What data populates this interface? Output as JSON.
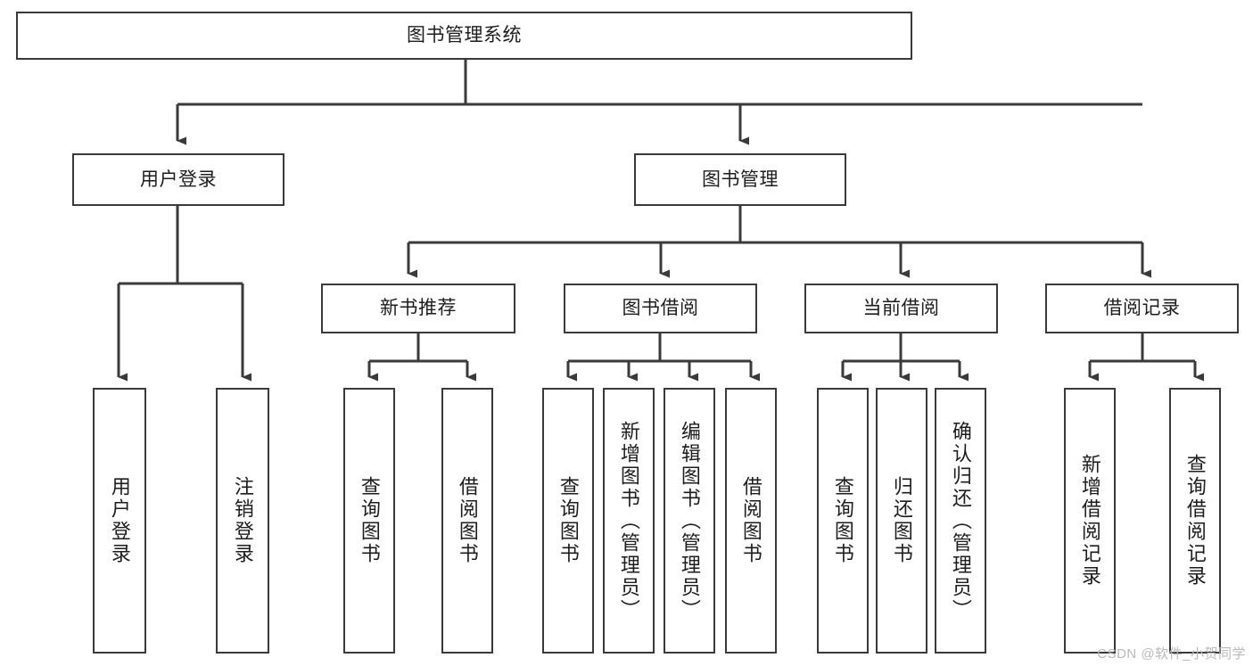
{
  "diagram": {
    "type": "tree-hierarchy",
    "title": "图书管理系统",
    "watermark": "CSDN @软件_小贺同学",
    "colors": {
      "box_border": "#3a3a3a",
      "box_fill": "#ffffff",
      "connector": "#3a3a3a",
      "text": "#1d1d1d",
      "watermark": "#b9b9b9"
    },
    "nodes": {
      "root": {
        "label": "图书管理系统"
      },
      "level2": [
        {
          "label": "用户登录"
        },
        {
          "label": "图书管理"
        }
      ],
      "level3": [
        {
          "label": "新书推荐"
        },
        {
          "label": "图书借阅"
        },
        {
          "label": "当前借阅"
        },
        {
          "label": "借阅记录"
        }
      ],
      "leaves": {
        "user_login": [
          {
            "label": "用户登录"
          },
          {
            "label": "注销登录"
          }
        ],
        "new_book_recommend": [
          {
            "label": "查询图书"
          },
          {
            "label": "借阅图书"
          }
        ],
        "book_borrow": [
          {
            "label": "查询图书"
          },
          {
            "label": "新增图书（管理员）"
          },
          {
            "label": "编辑图书（管理员）"
          },
          {
            "label": "借阅图书"
          }
        ],
        "current_borrow": [
          {
            "label": "查询图书"
          },
          {
            "label": "归还图书"
          },
          {
            "label": "确认归还（管理员）"
          }
        ],
        "borrow_record": [
          {
            "label": "新增借阅记录"
          },
          {
            "label": "查询借阅记录"
          }
        ]
      }
    }
  }
}
